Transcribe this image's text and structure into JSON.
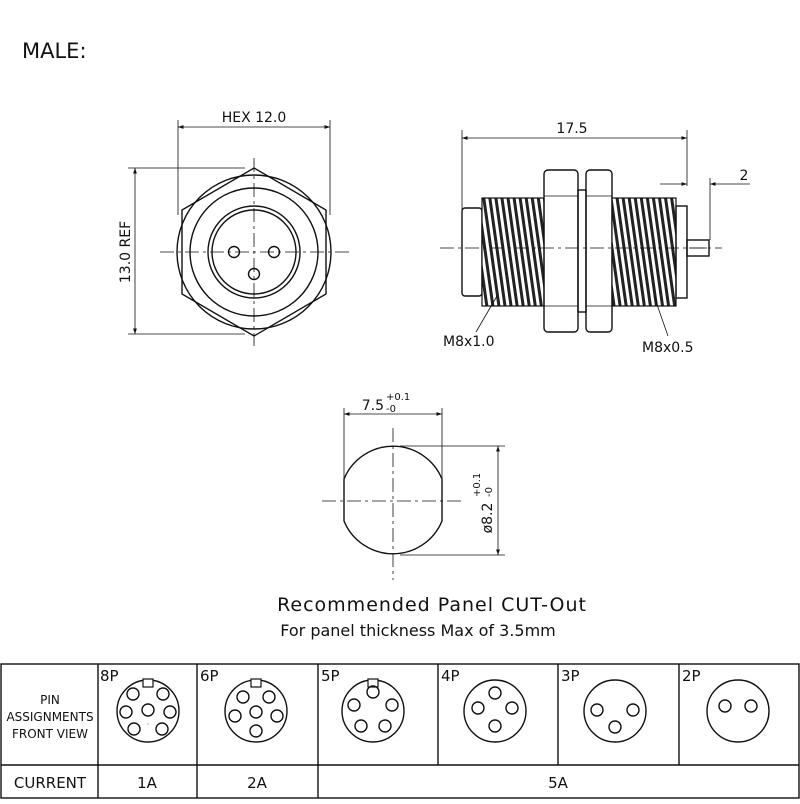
{
  "header": {
    "title": "MALE:"
  },
  "front_view": {
    "hex_dim": "HEX 12.0",
    "height_dim": "13.0 REF"
  },
  "side_view": {
    "length_dim": "17.5",
    "tail_dim": "2",
    "thread_left": "M8x1.0",
    "thread_right": "M8x0.5"
  },
  "cutout": {
    "width_base": "7.5",
    "width_tol_plus": "+0.1",
    "width_tol_minus": "-0",
    "dia_base": "ø8.2",
    "dia_tol_plus": "+0.1",
    "dia_tol_minus": "-0",
    "caption_line1": "Recommended Panel CUT-Out",
    "caption_line2": "For panel thickness Max of 3.5mm"
  },
  "pin_table": {
    "row_label_lines": [
      "PIN",
      "ASSIGNMENTS",
      "FRONT VIEW"
    ],
    "current_label": "CURRENT",
    "columns": [
      {
        "label": "8P",
        "pins": 8
      },
      {
        "label": "6P",
        "pins": 6
      },
      {
        "label": "5P",
        "pins": 5
      },
      {
        "label": "4P",
        "pins": 4
      },
      {
        "label": "3P",
        "pins": 3
      },
      {
        "label": "2P",
        "pins": 2
      }
    ],
    "currents": [
      "1A",
      "2A",
      "5A"
    ]
  }
}
